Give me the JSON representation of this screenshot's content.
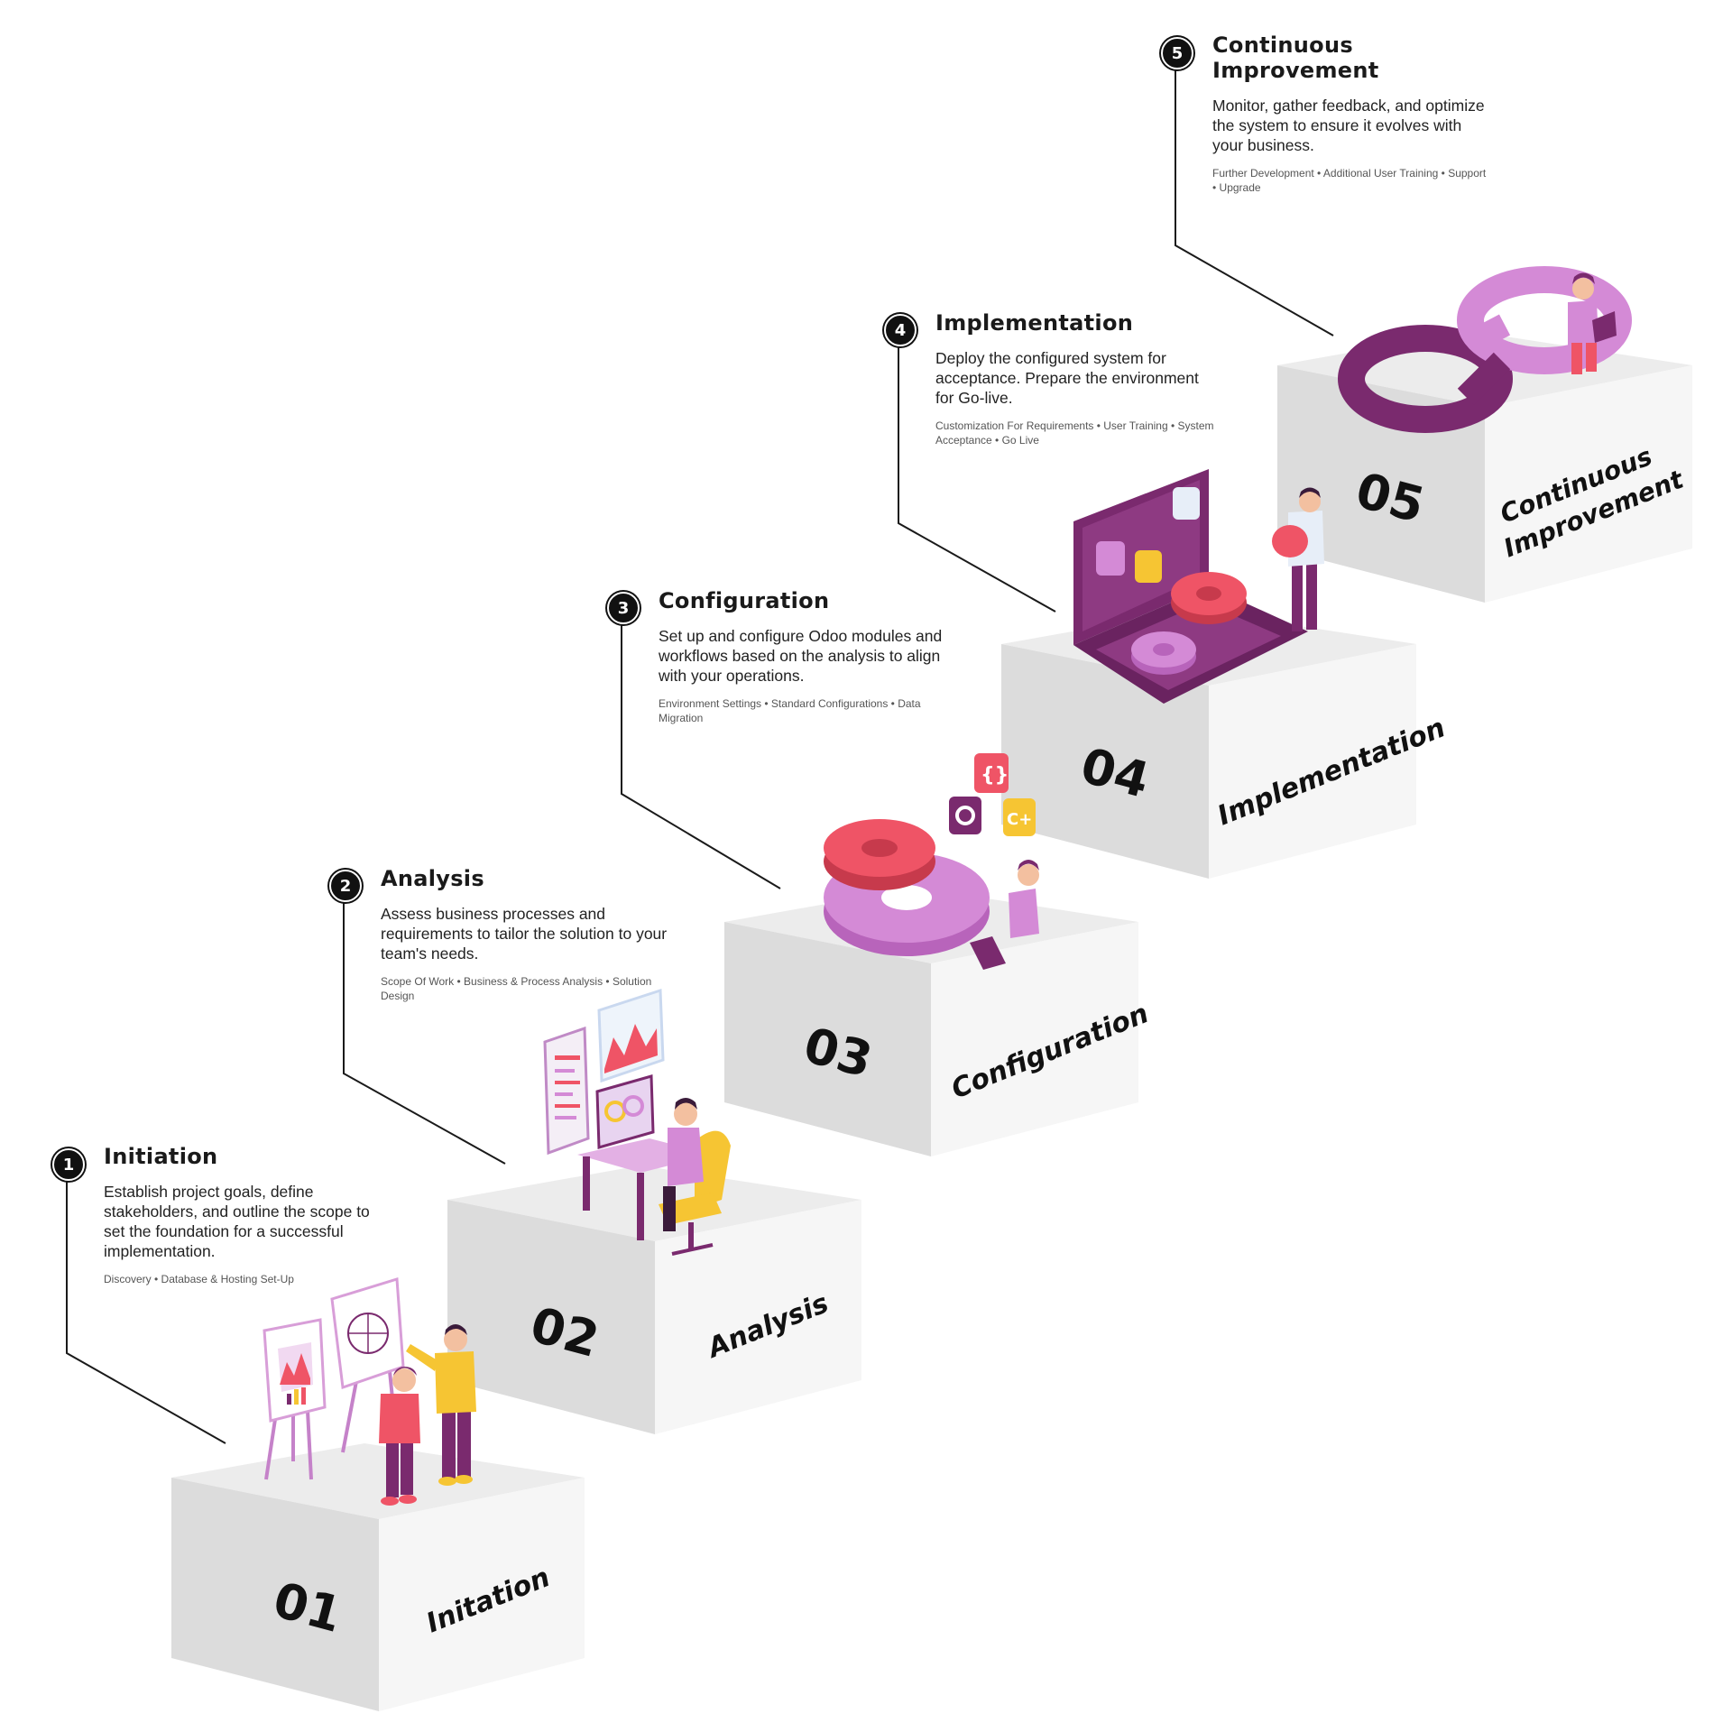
{
  "steps": [
    {
      "num": "1",
      "title": "Initiation",
      "description": "Establish project goals, define stakeholders, and outline the scope to set the foundation for a successful implementation.",
      "tags": "Discovery • Database & Hosting Set-Up",
      "block_number": "01",
      "block_label": "Initation"
    },
    {
      "num": "2",
      "title": "Analysis",
      "description": "Assess business processes and requirements to tailor the solution to your team's needs.",
      "tags": "Scope Of Work • Business & Process Analysis • Solution Design",
      "block_number": "02",
      "block_label": "Analysis"
    },
    {
      "num": "3",
      "title": "Configuration",
      "description": "Set up and configure Odoo modules and workflows based on the analysis to align with your operations.",
      "tags": "Environment Settings • Standard Configurations • Data Migration",
      "block_number": "03",
      "block_label": "Configuration"
    },
    {
      "num": "4",
      "title": "Implementation",
      "description": "Deploy the configured system for acceptance. Prepare the environment for Go-live.",
      "tags": "Customization For Requirements • User Training • System Acceptance • Go Live",
      "block_number": "04",
      "block_label": "Implementation"
    },
    {
      "num": "5",
      "title": "Continuous Improvement",
      "description": "Monitor, gather feedback, and optimize the system to ensure it evolves with your business.",
      "tags": "Further Development • Additional User Training • Support • Upgrade",
      "block_number": "05",
      "block_label_line1": "Continuous",
      "block_label_line2": "Improvement"
    }
  ],
  "colors": {
    "top": "#ececec",
    "left": "#dcdcdc",
    "right": "#f6f6f6",
    "purple_dark": "#7a2a6e",
    "purple_light": "#d48ad6",
    "pink": "#ef5466",
    "yellow": "#f6c533"
  },
  "icons": [
    "presentation-easel-illustration",
    "desk-analytics-illustration",
    "gears-illustration",
    "laptop-gears-illustration",
    "infinity-illustration"
  ]
}
